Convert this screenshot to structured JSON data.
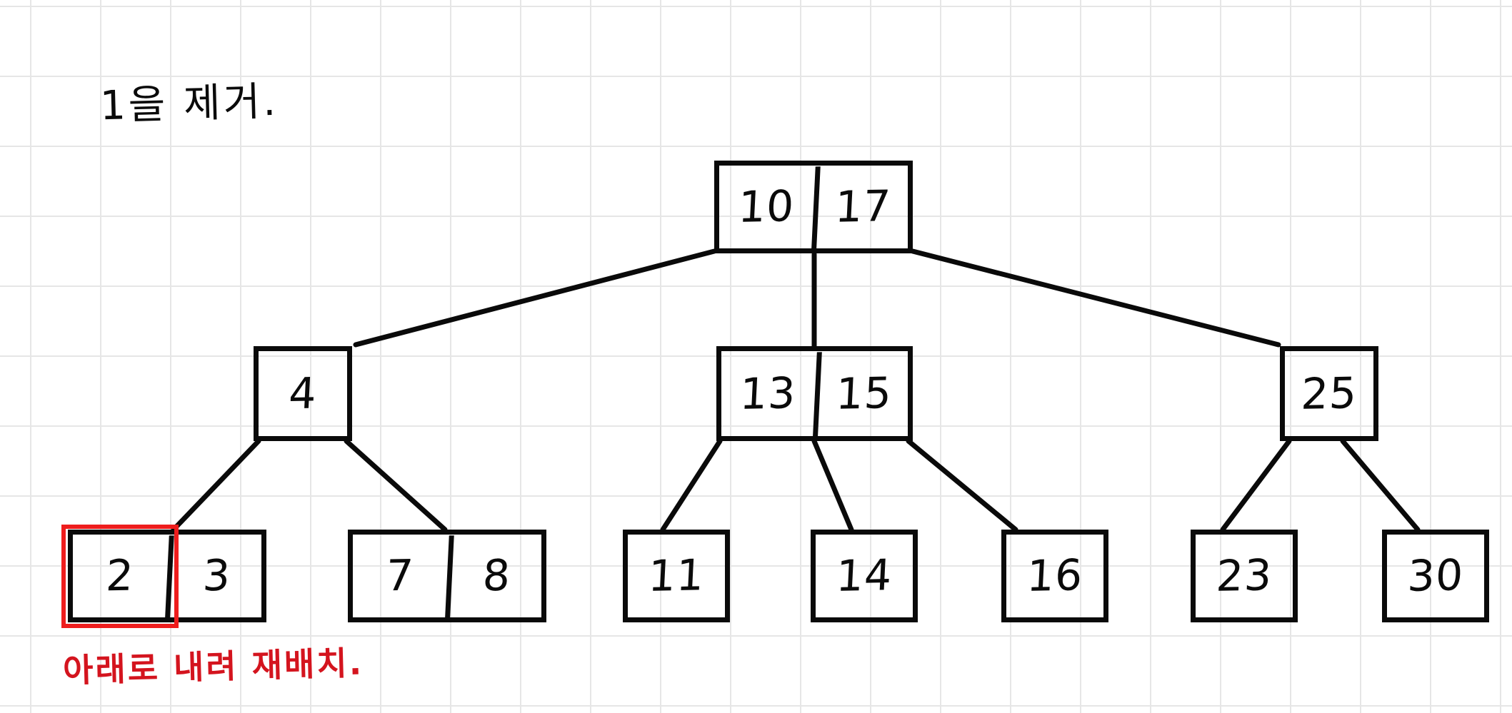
{
  "page": {
    "title": "B-Tree deletion step diagram",
    "background": "graph-paper",
    "grid_color": "#e6e6e6",
    "ink_color": "#0a0a0a",
    "highlight_color": "#ee1d1d",
    "annotation_color": "#d4141e"
  },
  "annotations": {
    "top_note": "1을 제거.",
    "bottom_note": "아래로 내려 재배치."
  },
  "tree": {
    "levels": [
      {
        "level": 0,
        "nodes": [
          {
            "id": "root",
            "keys": [
              "10",
              "17"
            ]
          }
        ]
      },
      {
        "level": 1,
        "nodes": [
          {
            "id": "internal-left",
            "keys": [
              "4"
            ]
          },
          {
            "id": "internal-middle",
            "keys": [
              "13",
              "15"
            ]
          },
          {
            "id": "internal-right",
            "keys": [
              "25"
            ]
          }
        ]
      },
      {
        "level": 2,
        "nodes": [
          {
            "id": "leaf-1",
            "keys": [
              "2",
              "3"
            ],
            "highlighted_key": "2"
          },
          {
            "id": "leaf-2",
            "keys": [
              "7",
              "8"
            ]
          },
          {
            "id": "leaf-3",
            "keys": [
              "11"
            ]
          },
          {
            "id": "leaf-4",
            "keys": [
              "14"
            ]
          },
          {
            "id": "leaf-5",
            "keys": [
              "16"
            ]
          },
          {
            "id": "leaf-6",
            "keys": [
              "23"
            ]
          },
          {
            "id": "leaf-7",
            "keys": [
              "30"
            ]
          }
        ]
      }
    ]
  },
  "labels": {
    "root_key_0": "10",
    "root_key_1": "17",
    "internal_left_key_0": "4",
    "internal_middle_key_0": "13",
    "internal_middle_key_1": "15",
    "internal_right_key_0": "25",
    "leaf1_key_0": "2",
    "leaf1_key_1": "3",
    "leaf2_key_0": "7",
    "leaf2_key_1": "8",
    "leaf3_key_0": "11",
    "leaf4_key_0": "14",
    "leaf5_key_0": "16",
    "leaf6_key_0": "23",
    "leaf7_key_0": "30"
  }
}
